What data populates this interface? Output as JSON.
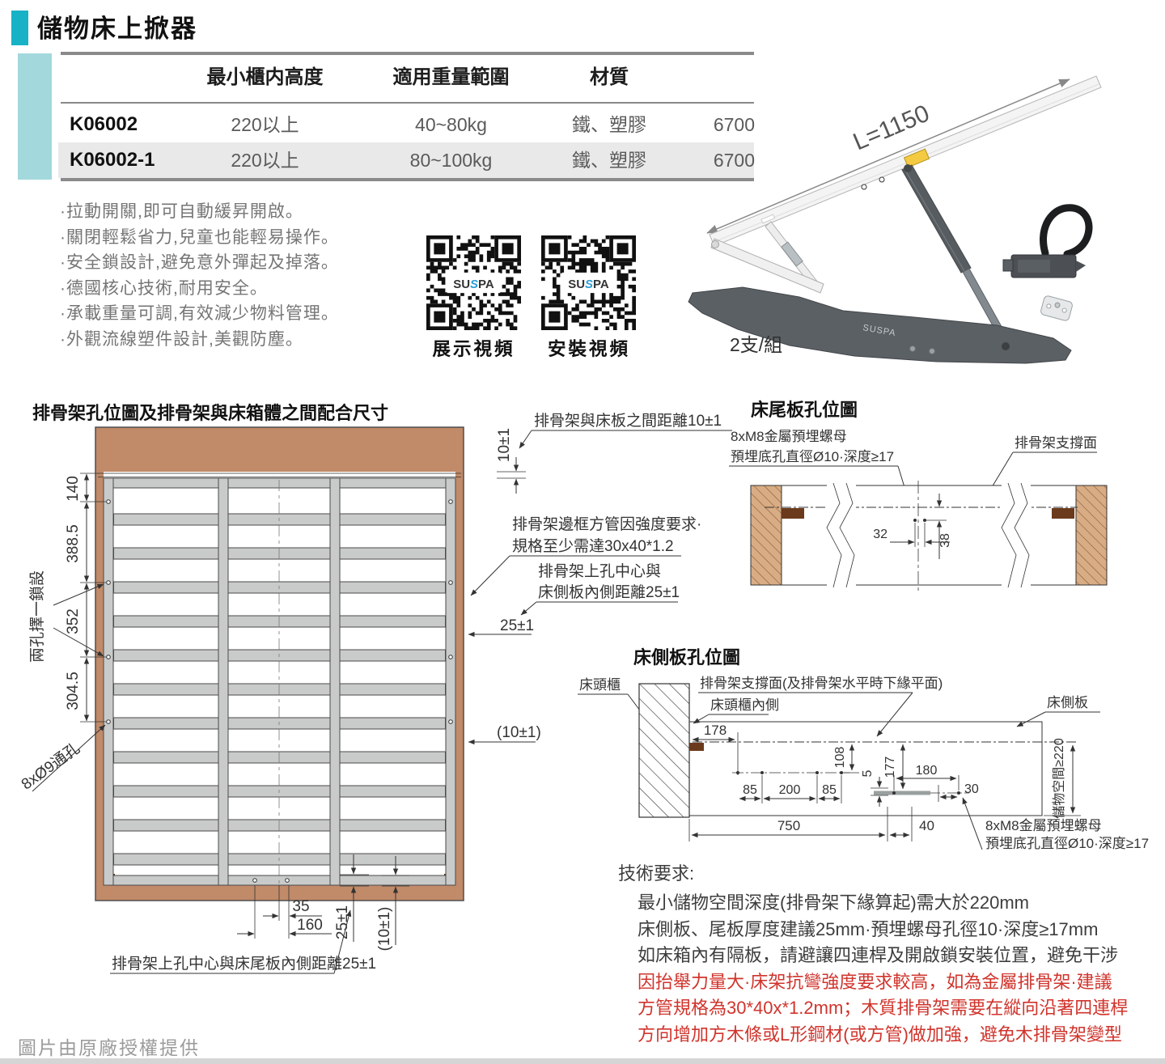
{
  "header": {
    "title": "儲物床上掀器"
  },
  "table": {
    "headers": [
      "最小櫃内高度",
      "適用重量範圍",
      "材質"
    ],
    "rows": [
      {
        "model": "K06002",
        "height": "220以上",
        "weight": "40~80kg",
        "material": "鐵、塑膠",
        "code": "6700"
      },
      {
        "model": "K06002-1",
        "height": "220以上",
        "weight": "80~100kg",
        "material": "鐵、塑膠",
        "code": "6700"
      }
    ]
  },
  "features": [
    "·拉動開關,即可自動緩昇開啟。",
    "·關閉輕鬆省力,兒童也能輕易操作。",
    "·安全鎖設計,避免意外彈起及掉落。",
    "·德國核心技術,耐用安全。",
    "·承載重量可調,有效減少物料管理。",
    "·外觀流線塑件設計,美觀防塵。"
  ],
  "qr": {
    "demo_label": "展示視頻",
    "install_label": "安裝視頻",
    "logo_pre": "SU",
    "logo_mid": "S",
    "logo_post": "PA"
  },
  "product": {
    "length": "L=1150",
    "qty": "2支/組"
  },
  "frame_diagram": {
    "title": "排骨架孔位圖及排骨架與床箱體之間配合尺寸",
    "callout_gap": "排骨架與床板之間距離10±1",
    "dim_gap": "10±1",
    "dim_140": "140",
    "dim_388": "388.5",
    "dim_352": "352",
    "dim_304": "304.5",
    "note_lock": "兩孔擇一鎖設",
    "note_holes": "8xØ9通孔",
    "callout_tube_1": "排骨架邊框方管因強度要求·",
    "callout_tube_2": "規格至少需達30x40*1.2",
    "callout_side_1": "排骨架上孔中心與",
    "callout_side_2": "床側板內側距離25±1",
    "dim_25": "25±1",
    "dim_10p": "(10±1)",
    "dim_35": "35",
    "dim_160": "160",
    "dim_25b": "25±1",
    "dim_10b": "(10±1)",
    "callout_tail": "排骨架上孔中心與床尾板內側距離25±1"
  },
  "tail_diagram": {
    "title": "床尾板孔位圖",
    "note_nut_1": "8xM8金屬預埋螺母",
    "note_nut_2": "預埋底孔直徑Ø10·深度≥17",
    "label_support": "排骨架支撐面",
    "dim_32": "32",
    "dim_38": "38"
  },
  "side_diagram": {
    "title": "床側板孔位圖",
    "label_headboard": "床頭櫃",
    "label_support": "排骨架支撐面(及排骨架水平時下緣平面)",
    "label_inner": "床頭櫃內側",
    "label_side": "床側板",
    "label_storage": "儲物空間≥220",
    "note_nut_1": "8xM8金屬預埋螺母",
    "note_nut_2": "預埋底孔直徑Ø10·深度≥17",
    "dim_178": "178",
    "dim_108": "108",
    "dim_85a": "85",
    "dim_200": "200",
    "dim_85b": "85",
    "dim_5": "5",
    "dim_177": "177",
    "dim_180": "180",
    "dim_30": "30",
    "dim_750": "750",
    "dim_40": "40"
  },
  "tech": {
    "title": "技術要求:",
    "lines": [
      "最小儲物空間深度(排骨架下緣算起)需大於220mm",
      "床側板、尾板厚度建議25mm·預埋螺母孔徑10·深度≥17mm",
      "如床箱內有隔板，請避讓四連桿及開啟鎖安裝位置，避免干涉"
    ],
    "warn_lines": [
      "因抬舉力量大·床架抗彎強度要求較高，如為金屬排骨架·建議",
      "方管規格為30*40x*1.2mm；木質排骨架需要在縱向沿著四連桿",
      "方向增加方木條或L形鋼材(或方管)做加強，避免木排骨架變型"
    ]
  },
  "footer": {
    "credit": "圖片由原廠授權提供"
  },
  "colors": {
    "accent": "#17b2c6",
    "accent_light": "#a3d8dd",
    "warn": "#d0342c",
    "wood": "#c18a69"
  }
}
